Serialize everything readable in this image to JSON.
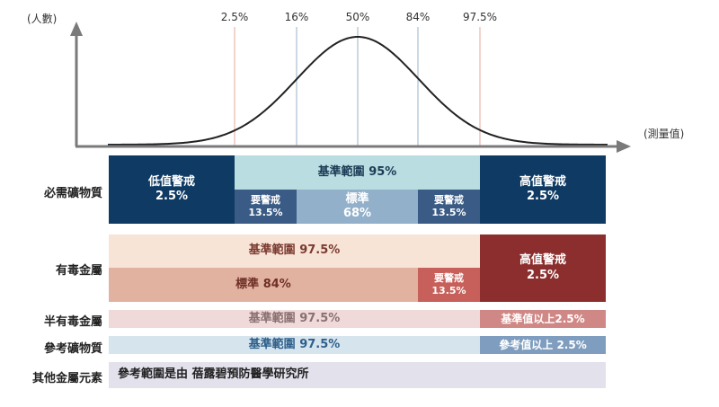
{
  "axis": {
    "y_label": "(人數)",
    "x_label": "(測量值)"
  },
  "percentiles": [
    "2.5%",
    "16%",
    "50%",
    "84%",
    "97.5%"
  ],
  "colors": {
    "navy": "#0e3a63",
    "navy_mid": "#3a5b85",
    "teal_light": "#b9dde0",
    "steel": "#92b0ca",
    "peach_light": "#f8e4d6",
    "salmon": "#e2b2a0",
    "rose": "#c75f5a",
    "maroon": "#8c2e2e",
    "pink_light": "#efd9d9",
    "pink_mid": "#cf8886",
    "blue_light": "#d6e4ee",
    "blue_mid": "#7f9dbf",
    "lavender": "#e3e1ec",
    "divider_red": "#e8a79a",
    "divider_blue": "#9ab3c9",
    "axis": "#7a7a7a"
  },
  "rows": [
    {
      "label": "必需礦物質"
    },
    {
      "label": "有毒金屬"
    },
    {
      "label": "半有毒金屬"
    },
    {
      "label": "參考礦物質"
    },
    {
      "label": "其他金屬元素"
    }
  ],
  "essential": {
    "low_title": "低值警戒",
    "low_pct": "2.5%",
    "ref_title": "基準範圍 95%",
    "warn_left_title": "要警戒",
    "warn_left_pct": "13.5%",
    "std_title": "標準",
    "std_pct": "68%",
    "warn_right_title": "要警戒",
    "warn_right_pct": "13.5%",
    "high_title": "高值警戒",
    "high_pct": "2.5%"
  },
  "toxic": {
    "ref_text": "基準範圍  97.5%",
    "std_text": "標準  84%",
    "warn_title": "要警戒",
    "warn_pct": "13.5%",
    "high_title": "高值警戒",
    "high_pct": "2.5%"
  },
  "semi": {
    "ref_text": "基準範圍  97.5%",
    "above_text": "基準值以上2.5%"
  },
  "reference": {
    "ref_text": "基準範圍  97.5%",
    "above_text": "參考值以上 2.5%"
  },
  "other": {
    "text": "參考範圍是由 蓓露碧預防醫學研究所"
  }
}
